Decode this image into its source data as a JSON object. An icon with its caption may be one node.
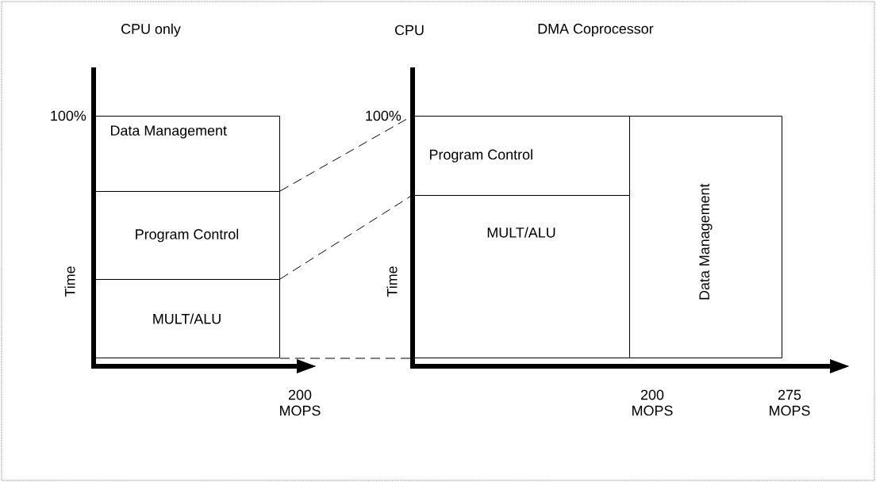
{
  "diagram": {
    "nodes": [
      {
        "text": [
          "Data Management"
        ]
      },
      {
        "text": [
          "Program Control"
        ]
      },
      {
        "text": [
          "MULT/ALU"
        ]
      },
      {
        "text": [
          "Program Control"
        ]
      },
      {
        "text": [
          "MULT/ALU"
        ]
      },
      {
        "text": [
          "Data Management"
        ]
      }
    ],
    "edges": [
      {
        "from": 1,
        "to": 3,
        "arrow": "none",
        "style": "dashed"
      },
      {
        "from": 2,
        "to": 4,
        "arrow": "none",
        "style": "dashed"
      },
      {
        "from": 2,
        "to": 4,
        "arrow": "none",
        "style": "dashed"
      }
    ],
    "labels": [
      "CPU only",
      "CPU",
      "DMA Coprocessor",
      "100%",
      "100%",
      "Time",
      "Time",
      "200 MOPS",
      "200 MOPS",
      "275 MOPS"
    ]
  }
}
